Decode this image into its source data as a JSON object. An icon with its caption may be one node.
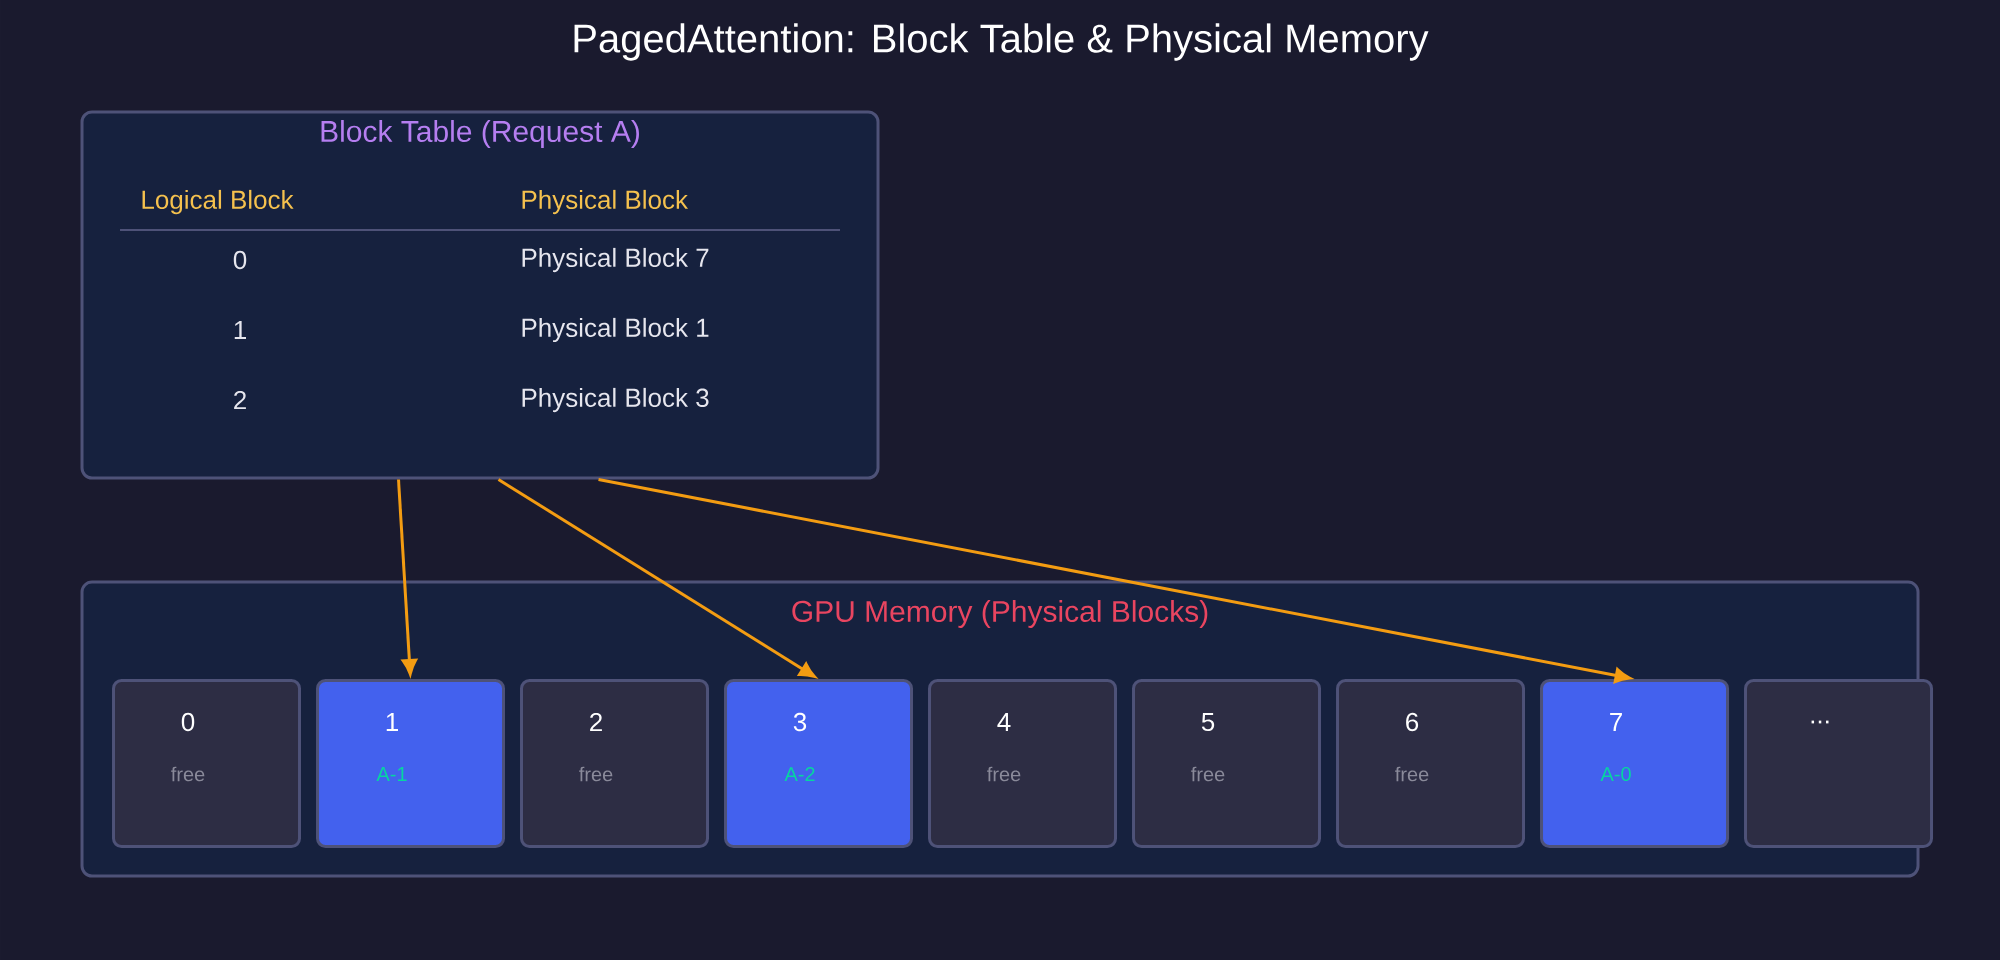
{
  "diagram": {
    "title": "PagedAttention: Block Table & Physical Memory",
    "nodes": [
      {
        "text": [
          "Block Table (Request A)"
        ]
      },
      {
        "text": [
          "GPU Memory (Physical Blocks)"
        ]
      },
      {
        "text": [
          "0",
          "free"
        ],
        "in": 1
      },
      {
        "text": [
          "1",
          "A-1"
        ],
        "in": 1
      },
      {
        "text": [
          "2",
          "free"
        ],
        "in": 1
      },
      {
        "text": [
          "3",
          "A-2"
        ],
        "in": 1
      },
      {
        "text": [
          "4",
          "free"
        ],
        "in": 1
      },
      {
        "text": [
          "5",
          "free"
        ],
        "in": 1
      },
      {
        "text": [
          "6",
          "free"
        ],
        "in": 1
      },
      {
        "text": [
          "7",
          "A-0"
        ],
        "in": 1
      },
      {
        "text": [
          "..."
        ],
        "in": 1
      }
    ],
    "edges": [
      {
        "from": 0,
        "to": 3,
        "arrow": "to"
      },
      {
        "from": 0,
        "to": 5,
        "arrow": "to"
      },
      {
        "from": 0,
        "to": 9,
        "arrow": "to"
      }
    ],
    "labels": [
      "Logical Block",
      "Physical Block",
      "0",
      "Physical Block 7",
      "1",
      "Physical Block 1",
      "2",
      "Physical Block 3"
    ]
  }
}
